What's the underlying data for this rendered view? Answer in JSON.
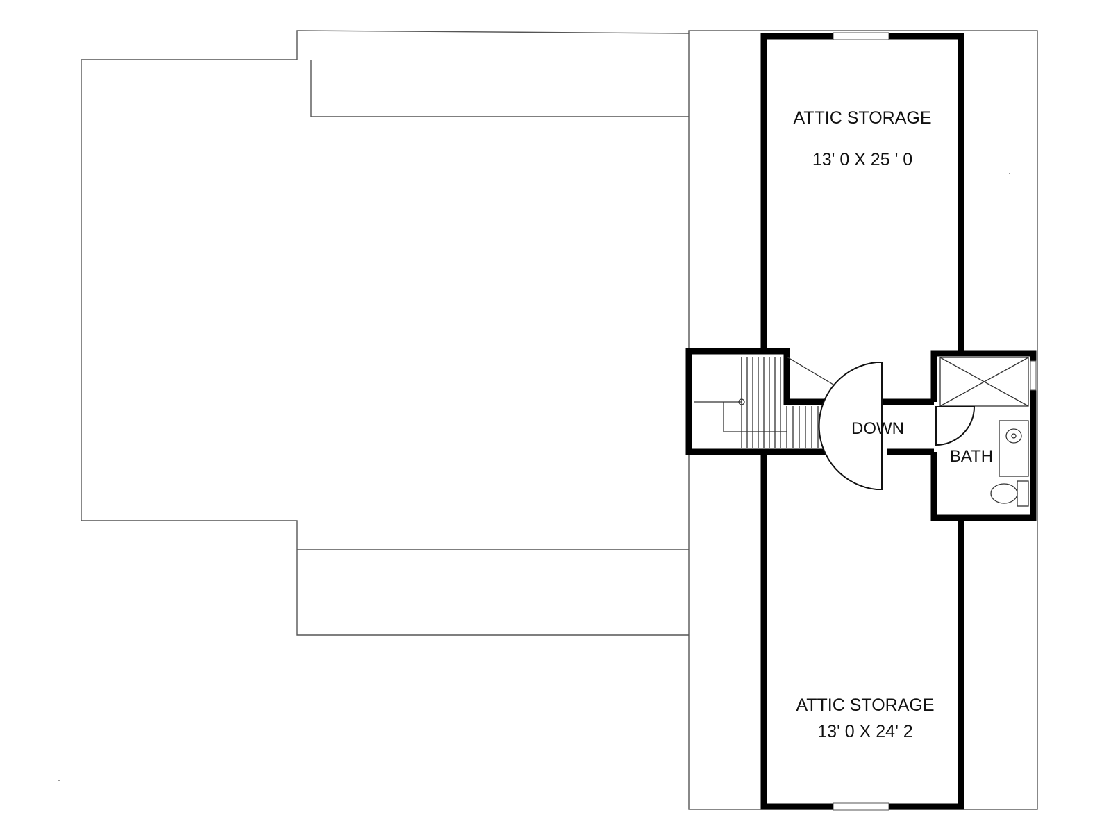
{
  "floor_plan": {
    "rooms": [
      {
        "name": "ATTIC STORAGE",
        "dimensions": "13' 0 X 25 ' 0"
      },
      {
        "name": "ATTIC STORAGE",
        "dimensions": "13' 0 X 24' 2"
      }
    ],
    "stair_label": "DOWN",
    "bath_label": "BATH"
  },
  "colors": {
    "wall": "#000000",
    "outline": "#555555",
    "background": "#ffffff"
  }
}
